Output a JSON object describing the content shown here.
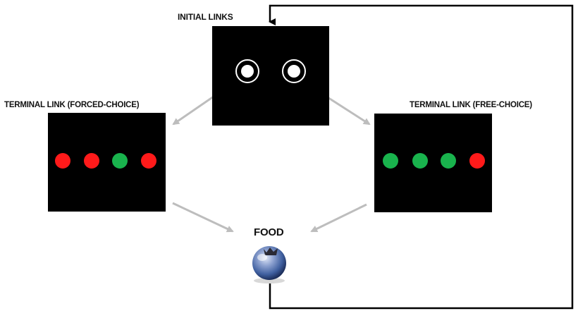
{
  "labels": {
    "initial": "INITIAL LINKS",
    "forced": "TERMINAL LINK (FORCED-CHOICE)",
    "free": "TERMINAL LINK (FREE-CHOICE)",
    "food": "FOOD"
  },
  "colors": {
    "panel": "#000000",
    "red": "#ff1a1a",
    "green": "#19b34d",
    "arrow_gray": "#bdbdbd",
    "loop_line": "#000000",
    "key_white": "#ffffff"
  },
  "forced_choice_dots": [
    "red",
    "red",
    "green",
    "red"
  ],
  "free_choice_dots": [
    "green",
    "green",
    "green",
    "red"
  ],
  "icons": {
    "food": "blueberry-icon"
  }
}
